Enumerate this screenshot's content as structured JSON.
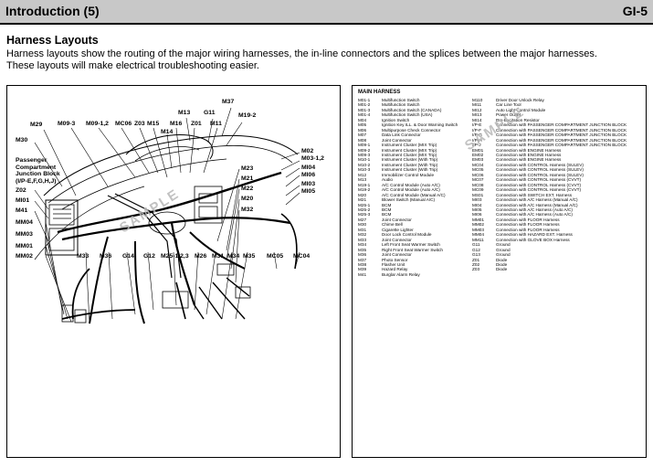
{
  "header": {
    "title": "Introduction (5)",
    "page": "GI-5"
  },
  "section": {
    "title": "Harness Layouts",
    "intro_line1": "Harness layouts show the routing of the major wiring harnesses, the in-line connectors and the splices between the major harnesses.",
    "intro_line2": "These layouts will make electrical troubleshooting easier."
  },
  "watermark": "SAMPLE",
  "diagram": {
    "block_label_lines": [
      "Passenger",
      "Compartment",
      "Junction Block",
      "(I/P-E,F,G,H,J)"
    ],
    "labels": {
      "m37": "M37",
      "m13": "M13",
      "g11": "G11",
      "m19_2": "M19-2",
      "m29": "M29",
      "m09_3": "M09-3",
      "m09_12": "M09-1,2",
      "mc06": "MC06",
      "z03": "Z03",
      "m15": "M15",
      "m16": "M16",
      "z01": "Z01",
      "m11": "M11",
      "m14": "M14",
      "m30": "M30",
      "m02": "M02",
      "m03_12": "M03-1,2",
      "mi04": "MI04",
      "mi06": "MI06",
      "mi03": "MI03",
      "mi05": "MI05",
      "z02": "Z02",
      "mi01": "MI01",
      "m41": "M41",
      "m23": "M23",
      "m21": "M21",
      "m22": "M22",
      "m20": "M20",
      "m32": "M32",
      "mm04": "MM04",
      "mm03": "MM03",
      "mm01": "MM01",
      "mm02": "MM02",
      "m33": "M33",
      "m36": "M36",
      "g14": "G14",
      "g12": "G12",
      "m25_123": "M25-1,2,3",
      "m26": "M26",
      "m31": "M31",
      "m34": "M34",
      "m35": "M35",
      "mc05": "MC05",
      "mc04": "MC04"
    }
  },
  "table": {
    "title": "MAIN HARNESS",
    "left": [
      [
        "M01-1",
        "Multifunction Switch"
      ],
      [
        "M01-2",
        "Multifunction Switch"
      ],
      [
        "M01-3",
        "Multifunction Switch (CANADA)"
      ],
      [
        "M01-4",
        "Multifunction Switch (USA)"
      ],
      [
        "M04",
        "Ignition Switch"
      ],
      [
        "M05",
        "Ignition Key ILL. & Door Warning Switch"
      ],
      [
        "M06",
        "Multipurpose Check Connector"
      ],
      [
        "M07",
        "Data Link Connector"
      ],
      [
        "M08",
        "Joint Connector"
      ],
      [
        "M09-1",
        "Instrument Cluster (MIX Trip)"
      ],
      [
        "M09-2",
        "Instrument Cluster (MIX Trip)"
      ],
      [
        "M09-3",
        "Instrument Cluster (MIX Trip)"
      ],
      [
        "M10-1",
        "Instrument Cluster (With Trip)"
      ],
      [
        "M10-2",
        "Instrument Cluster (With Trip)"
      ],
      [
        "M10-3",
        "Instrument Cluster (With Trip)"
      ],
      [
        "M12",
        "Immobilizer Control Module"
      ],
      [
        "M13",
        "Audio"
      ],
      [
        "M19-1",
        "A/C Control Module (Auto A/C)"
      ],
      [
        "M19-2",
        "A/C Control Module (Auto A/C)"
      ],
      [
        "M20",
        "A/C Control Module (Manual A/C)"
      ],
      [
        "M21",
        "Blower Switch (Manual A/C)"
      ],
      [
        "M25-1",
        "BCM"
      ],
      [
        "M25-2",
        "BCM"
      ],
      [
        "M25-3",
        "BCM"
      ],
      [
        "M27",
        "Joint Connector"
      ],
      [
        "M30",
        "Chime Bell"
      ],
      [
        "M31",
        "Cigarette Lighter"
      ],
      [
        "M32",
        "Door Lock Control Module"
      ],
      [
        "M33",
        "Joint Connector"
      ],
      [
        "M34",
        "Left Front Seat Warmer Switch"
      ],
      [
        "M35",
        "Right Front Seat Warmer Switch"
      ],
      [
        "M36",
        "Joint Connector"
      ],
      [
        "M37",
        "Photo Sensor"
      ],
      [
        "M38",
        "Flasher Unit"
      ],
      [
        "M39",
        "Hazard Relay"
      ],
      [
        "M41",
        "Burglar Alarm Relay"
      ]
    ],
    "right": [
      [
        "M110",
        "Driver Door Unlock Relay"
      ],
      [
        "MI11",
        "Car Line Tool"
      ],
      [
        "MI12",
        "Auto Light Control Module"
      ],
      [
        "MI13",
        "Power Outlet"
      ],
      [
        "MI14",
        "Pre-Excitation Resistor"
      ],
      [
        "I/P-E",
        "Connection with PASSENGER COMPARTMENT JUNCTION BLOCK"
      ],
      [
        "I/P-F",
        "Connection with PASSENGER COMPARTMENT JUNCTION BLOCK"
      ],
      [
        "I/P-G",
        "Connection with PASSENGER COMPARTMENT JUNCTION BLOCK"
      ],
      [
        "I/P-H",
        "Connection with PASSENGER COMPARTMENT JUNCTION BLOCK"
      ],
      [
        "I/P-J",
        "Connection with PASSENGER COMPARTMENT JUNCTION BLOCK"
      ],
      [
        "EM01",
        "Connection with ENGINE Harness"
      ],
      [
        "EM02",
        "Connection with ENGINE Harness"
      ],
      [
        "EM03",
        "Connection with ENGINE Harness"
      ],
      [
        "MC04",
        "Connection with CONTROL Harness (SULEV)"
      ],
      [
        "MC05",
        "Connection with CONTROL Harness (SULEV)"
      ],
      [
        "MC06",
        "Connection with CONTROL Harness (SULEV)"
      ],
      [
        "MC07",
        "Connection with CONTROL Harness (CVVT)"
      ],
      [
        "MC08",
        "Connection with CONTROL Harness (CVVT)"
      ],
      [
        "MC09",
        "Connection with CONTROL Harness (CVVT)"
      ],
      [
        "MS01",
        "Connection with SWITCH EXT. Harness"
      ],
      [
        "MI03",
        "Connection with A/C Harness (Manual A/C)"
      ],
      [
        "MI04",
        "Connection with A/C Harness (Manual A/C)"
      ],
      [
        "MI05",
        "Connection with A/C Harness (Auto A/C)"
      ],
      [
        "MI06",
        "Connection with A/C Harness (Auto A/C)"
      ],
      [
        "MM01",
        "Connection with FLOOR Harness"
      ],
      [
        "MM02",
        "Connection with FLOOR Harness"
      ],
      [
        "MM03",
        "Connection with FLOOR Harness"
      ],
      [
        "MM04",
        "Connection with HAZARD EXT. Harness"
      ],
      [
        "MM11",
        "Connection with GLOVE BOX Harness"
      ],
      [
        "G11",
        "Ground"
      ],
      [
        "G12",
        "Ground"
      ],
      [
        "G13",
        "Ground"
      ],
      [
        "Z01",
        "Diode"
      ],
      [
        "Z02",
        "Diode"
      ],
      [
        "Z03",
        "Diode"
      ]
    ]
  }
}
